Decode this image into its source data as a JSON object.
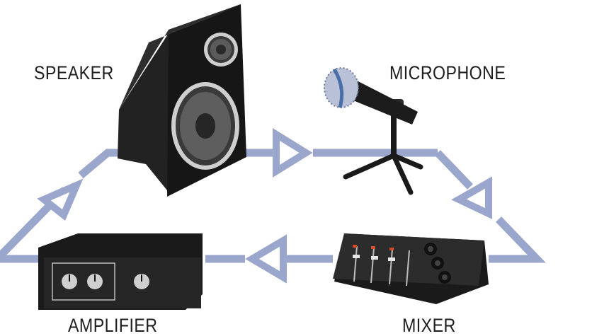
{
  "labels": {
    "speaker": "SPEAKER",
    "microphone": "MICROPHONE",
    "amplifier": "AMPLIFIER",
    "mixer": "MIXER"
  },
  "colors": {
    "signal_path": "#9aa6cc",
    "device_body": "#1a1a1a",
    "device_face": "#2b2b2b",
    "background": "#ffffff"
  }
}
